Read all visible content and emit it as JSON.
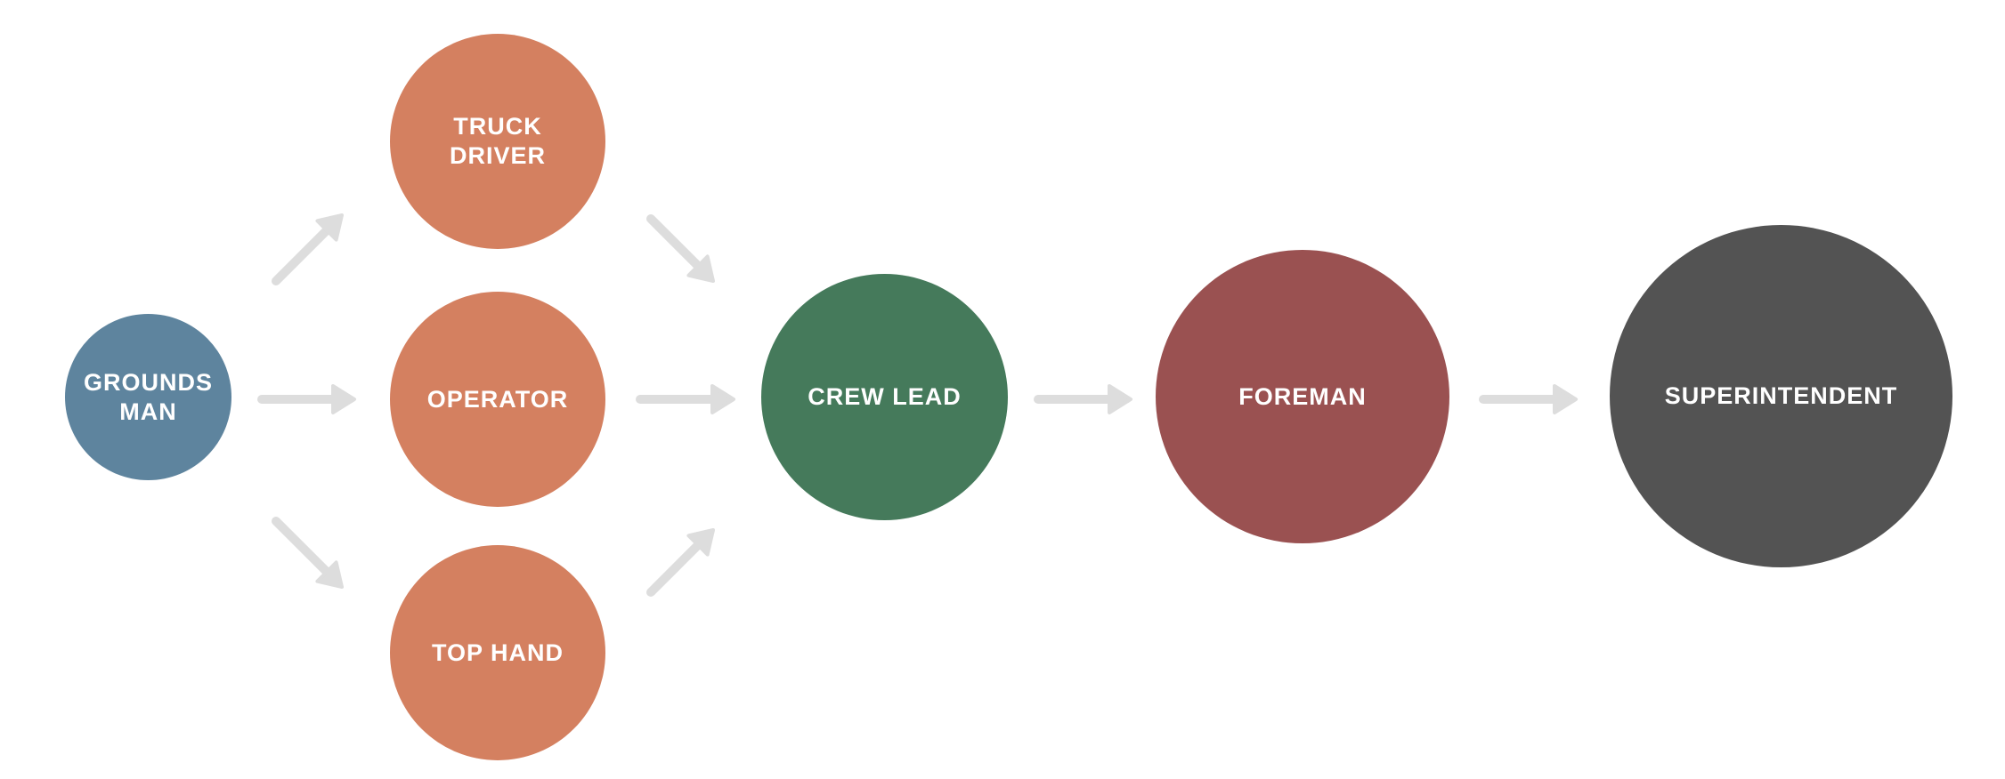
{
  "diagram": {
    "nodes": [
      {
        "id": "grounds-man",
        "label": "GROUNDS\nMAN",
        "color": "#5e849e"
      },
      {
        "id": "truck-driver",
        "label": "TRUCK DRIVER",
        "color": "#d48060"
      },
      {
        "id": "operator",
        "label": "OPERATOR",
        "color": "#d48060"
      },
      {
        "id": "top-hand",
        "label": "TOP HAND",
        "color": "#d48060"
      },
      {
        "id": "crew-lead",
        "label": "CREW LEAD",
        "color": "#457a5b"
      },
      {
        "id": "foreman",
        "label": "FOREMAN",
        "color": "#9a5151"
      },
      {
        "id": "superintendent",
        "label": "SUPERINTENDENT",
        "color": "#535353"
      }
    ],
    "edges": [
      {
        "from": "grounds-man",
        "to": "truck-driver"
      },
      {
        "from": "grounds-man",
        "to": "operator"
      },
      {
        "from": "grounds-man",
        "to": "top-hand"
      },
      {
        "from": "truck-driver",
        "to": "crew-lead"
      },
      {
        "from": "operator",
        "to": "crew-lead"
      },
      {
        "from": "top-hand",
        "to": "crew-lead"
      },
      {
        "from": "crew-lead",
        "to": "foreman"
      },
      {
        "from": "foreman",
        "to": "superintendent"
      }
    ],
    "arrow_color": "#dddddd"
  }
}
